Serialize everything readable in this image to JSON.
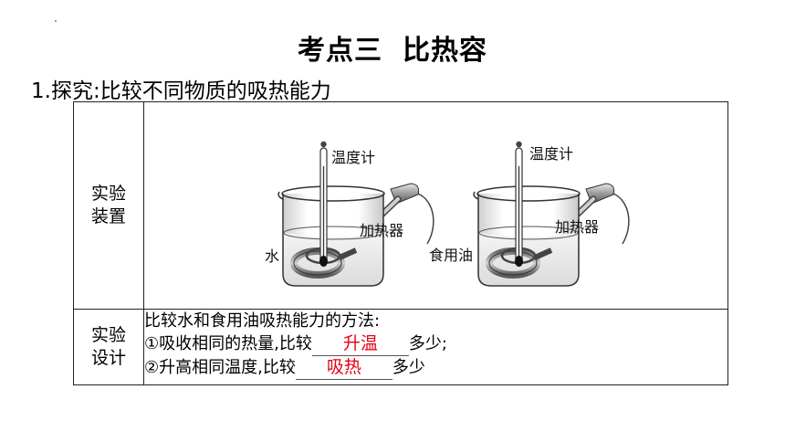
{
  "page": {
    "title_part1": "考点三",
    "title_part2": "比热容",
    "subtitle": "1.探究:比较不同物质的吸热能力"
  },
  "table": {
    "row1_header_line1": "实验",
    "row1_header_line2": "装置",
    "row2_header_line1": "实验",
    "row2_header_line2": "设计"
  },
  "apparatus": {
    "left_thermometer_label": "温度计",
    "left_heater_label": "加热器",
    "left_liquid_label": "水",
    "right_thermometer_label": "温度计",
    "right_heater_label": "加热器",
    "right_liquid_label": "食用油"
  },
  "design": {
    "intro": "比较水和食用油吸热能力的方法:",
    "line1_prefix": "①吸收相同的热量,比较",
    "line1_answer": "升温",
    "line1_suffix": "多少;",
    "line2_prefix": "②升高相同温度,比较",
    "line2_answer": "吸热",
    "line2_suffix": "多少"
  },
  "colors": {
    "answer": "#e60012",
    "text": "#000000",
    "border": "#222222"
  }
}
